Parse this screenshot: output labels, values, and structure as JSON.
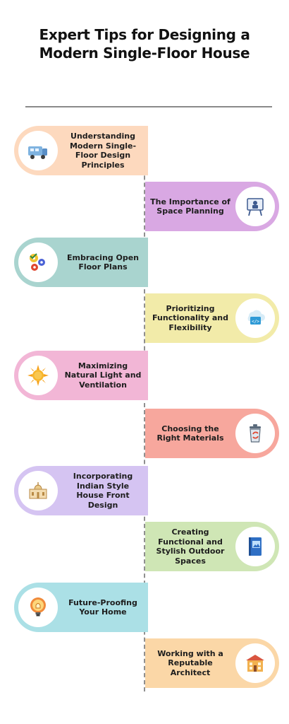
{
  "title": {
    "line1": "Expert Tips for Designing a",
    "line2": "Modern Single-Floor House"
  },
  "tips": [
    {
      "label": "Understanding Modern Single-Floor Design Principles",
      "icon": "truck-icon",
      "color": "#FDD9BE"
    },
    {
      "label": "The Importance of Space Planning",
      "icon": "presentation-board-icon",
      "color": "#D9A8E3"
    },
    {
      "label": "Embracing Open Floor Plans",
      "icon": "gears-icon",
      "color": "#A9D4CF"
    },
    {
      "label": "Prioritizing Functionality and Flexibility",
      "icon": "code-window-icon",
      "color": "#F2EBA9"
    },
    {
      "label": "Maximizing Natural Light and Ventilation",
      "icon": "sun-icon",
      "color": "#F2B6D6"
    },
    {
      "label": "Choosing the Right Materials",
      "icon": "recycle-bin-icon",
      "color": "#F7A79D"
    },
    {
      "label": "Incorporating Indian Style House Front Design",
      "icon": "palace-icon",
      "color": "#D5C4F2"
    },
    {
      "label": "Creating Functional and Stylish Outdoor Spaces",
      "icon": "book-icon",
      "color": "#CFE6B5"
    },
    {
      "label": "Future-Proofing Your Home",
      "icon": "lightbulb-gear-icon",
      "color": "#ABE0E6"
    },
    {
      "label": "Working with a Reputable Architect",
      "icon": "building-icon",
      "color": "#FBD7A7"
    }
  ]
}
